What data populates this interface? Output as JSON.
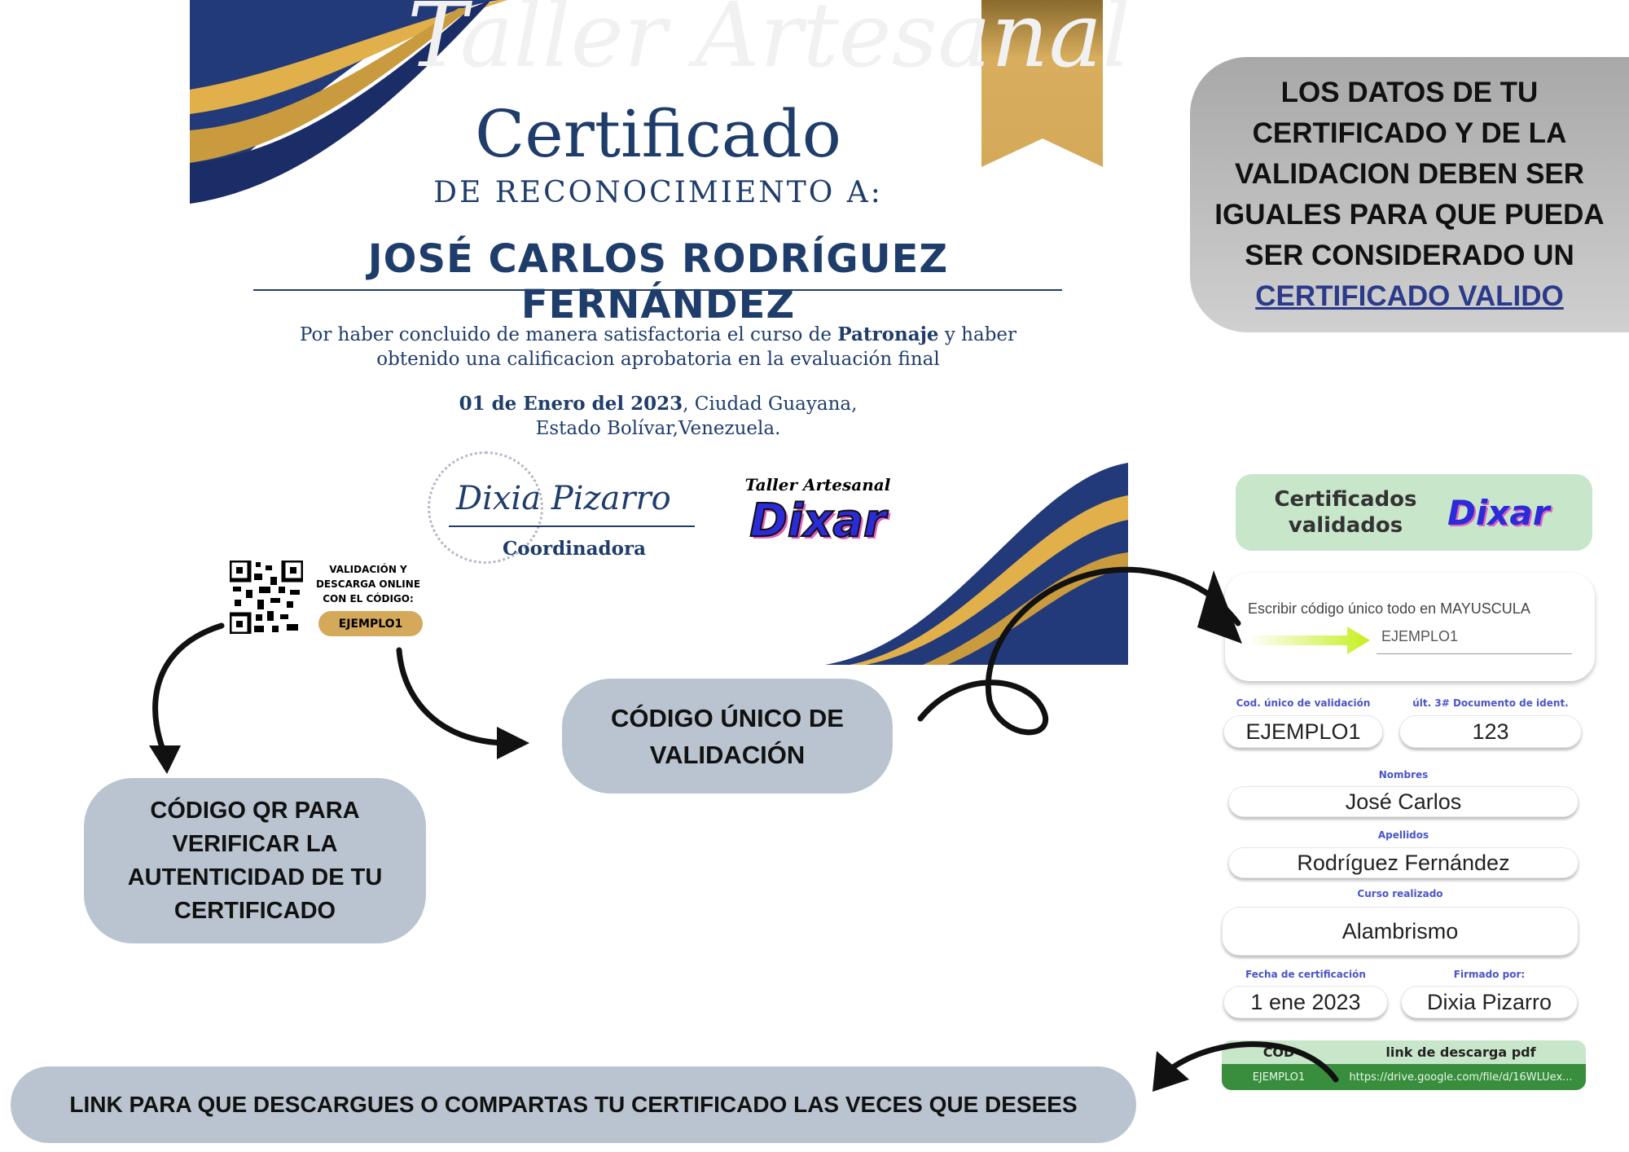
{
  "certificate": {
    "watermark": "Taller Artesanal",
    "title": "Certificado",
    "subtitle": "DE RECONOCIMIENTO A:",
    "recipient": "JOSÉ CARLOS RODRÍGUEZ FERNÁNDEZ",
    "body_pre": "Por haber concluido de manera satisfactoria el curso de ",
    "body_course": "Patronaje",
    "body_post": " y haber",
    "body_line2": "obtenido una calificacion aprobatoria en la evaluación final",
    "date_bold": "01 de Enero del 2023",
    "date_rest": ", Ciudad Guayana,",
    "place": "Estado Bolívar,Venezuela.",
    "signature": "Dixia Pizarro",
    "signer_role": "Coordinadora",
    "logo_top": "Taller Artesanal",
    "logo_main": "Dixar",
    "qr_text": [
      "VALIDACIÓN  Y",
      "DESCARGA ONLINE",
      "CON EL  CÓDIGO:"
    ],
    "code": "EJEMPLO1"
  },
  "callouts": {
    "top_right_lines": [
      "LOS DATOS DE TU",
      "CERTIFICADO Y DE LA",
      "VALIDACION DEBEN SER",
      "IGUALES PARA QUE PUEDA",
      "SER CONSIDERADO UN"
    ],
    "top_right_link": "CERTIFICADO VALIDO",
    "code_lines": [
      "CÓDIGO ÚNICO DE",
      "VALIDACIÓN"
    ],
    "qr_lines": [
      "CÓDIGO QR PARA",
      "VERIFICAR LA",
      "AUTENTICIDAD DE TU",
      "CERTIFICADO"
    ],
    "link": "LINK PARA QUE DESCARGUES O COMPARTAS TU CERTIFICADO LAS VECES QUE DESEES"
  },
  "validator": {
    "header_lines": [
      "Certificados",
      "validados"
    ],
    "input_label": "Escribir código único todo en MAYUSCULA",
    "input_value": "EJEMPLO1",
    "fields": {
      "code_label": "Cod. único de validación",
      "code": "EJEMPLO1",
      "doc_label": "últ. 3# Documento de ident.",
      "doc": "123",
      "names_label": "Nombres",
      "names": "José Carlos",
      "surnames_label": "Apellidos",
      "surnames": "Rodríguez Fernández",
      "course_label": "Curso realizado",
      "course": "Alambrismo",
      "date_label": "Fecha de certificación",
      "date": "1 ene 2023",
      "signed_label": "Firmado por:",
      "signed": "Dixia Pizarro"
    },
    "table": {
      "col1": "COD",
      "col2": "link de descarga pdf",
      "code": "EJEMPLO1",
      "link": "https://drive.google.com/file/d/16WLUex..."
    }
  },
  "colors": {
    "navy": "#1f3d6b",
    "gold": "#d4a95a",
    "callout": "#b9c4d0",
    "green": "#388e3c",
    "light_green": "#c8e6c9"
  }
}
